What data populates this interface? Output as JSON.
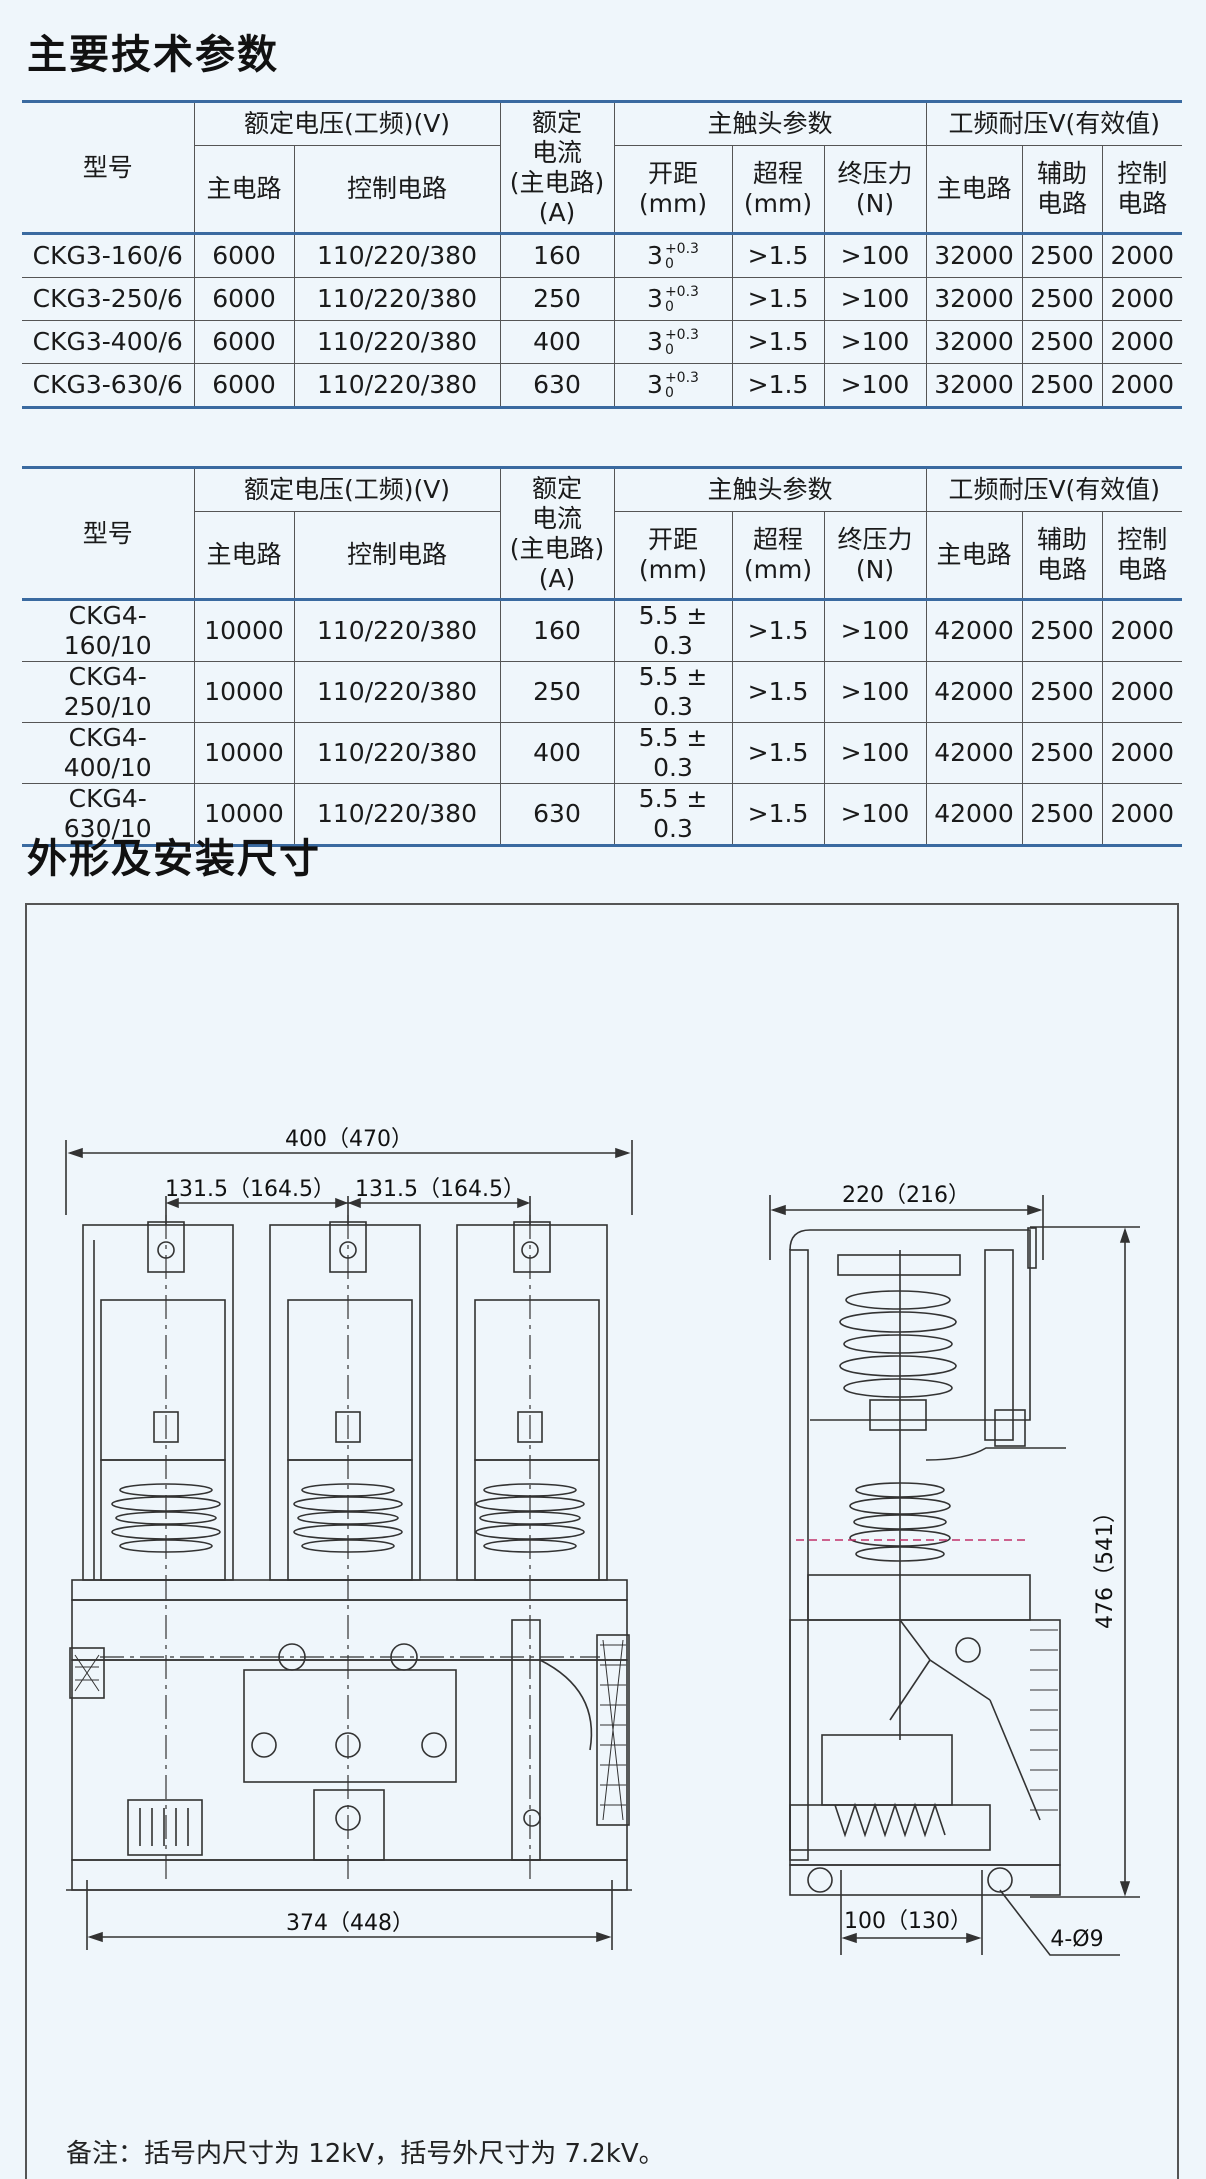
{
  "title_params": "主要技术参数",
  "title_dims": "外形及安装尺寸",
  "headers": {
    "model": "型号",
    "rated_voltage": "额定电压(工频)(V)",
    "rated_current_l1": "额定",
    "rated_current_l2": "电流",
    "rated_current_l3": "(主电路)",
    "rated_current_l4": "(A)",
    "contact_params": "主触头参数",
    "withstand": "工频耐压V(有效值)",
    "main_circuit": "主电路",
    "control_circuit": "控制电路",
    "gap_l1": "开距",
    "gap_l2": "(mm)",
    "overtravel_l1": "超程",
    "overtravel_l2": "(mm)",
    "final_force_l1": "终压力",
    "final_force_l2": "(N)",
    "w_main": "主电路",
    "w_aux_l1": "辅助",
    "w_aux_l2": "电路",
    "w_ctrl_l1": "控制",
    "w_ctrl_l2": "电路"
  },
  "table1": {
    "rows": [
      {
        "model": "CKG3-160/6",
        "main": "6000",
        "ctrl": "110/220/380",
        "current": "160",
        "gap": "3",
        "gap_sup": "+0.3",
        "gap_sub": "0",
        "over": ">1.5",
        "force": ">100",
        "w_main": "32000",
        "w_aux": "2500",
        "w_ctrl": "2000"
      },
      {
        "model": "CKG3-250/6",
        "main": "6000",
        "ctrl": "110/220/380",
        "current": "250",
        "gap": "3",
        "gap_sup": "+0.3",
        "gap_sub": "0",
        "over": ">1.5",
        "force": ">100",
        "w_main": "32000",
        "w_aux": "2500",
        "w_ctrl": "2000"
      },
      {
        "model": "CKG3-400/6",
        "main": "6000",
        "ctrl": "110/220/380",
        "current": "400",
        "gap": "3",
        "gap_sup": "+0.3",
        "gap_sub": "0",
        "over": ">1.5",
        "force": ">100",
        "w_main": "32000",
        "w_aux": "2500",
        "w_ctrl": "2000"
      },
      {
        "model": "CKG3-630/6",
        "main": "6000",
        "ctrl": "110/220/380",
        "current": "630",
        "gap": "3",
        "gap_sup": "+0.3",
        "gap_sub": "0",
        "over": ">1.5",
        "force": ">100",
        "w_main": "32000",
        "w_aux": "2500",
        "w_ctrl": "2000"
      }
    ]
  },
  "table2": {
    "rows": [
      {
        "model": "CKG4-160/10",
        "main": "10000",
        "ctrl": "110/220/380",
        "current": "160",
        "gap": "5.5 ± 0.3",
        "over": ">1.5",
        "force": ">100",
        "w_main": "42000",
        "w_aux": "2500",
        "w_ctrl": "2000"
      },
      {
        "model": "CKG4-250/10",
        "main": "10000",
        "ctrl": "110/220/380",
        "current": "250",
        "gap": "5.5 ± 0.3",
        "over": ">1.5",
        "force": ">100",
        "w_main": "42000",
        "w_aux": "2500",
        "w_ctrl": "2000"
      },
      {
        "model": "CKG4-400/10",
        "main": "10000",
        "ctrl": "110/220/380",
        "current": "400",
        "gap": "5.5 ± 0.3",
        "over": ">1.5",
        "force": ">100",
        "w_main": "42000",
        "w_aux": "2500",
        "w_ctrl": "2000"
      },
      {
        "model": "CKG4-630/10",
        "main": "10000",
        "ctrl": "110/220/380",
        "current": "630",
        "gap": "5.5 ± 0.3",
        "over": ">1.5",
        "force": ">100",
        "w_main": "42000",
        "w_aux": "2500",
        "w_ctrl": "2000"
      }
    ]
  },
  "dims": {
    "overall_width": "400（470）",
    "pitch_left": "131.5（164.5）",
    "pitch_right": "131.5（164.5）",
    "base_width": "374（448）",
    "depth": "220（216）",
    "height": "476（541）",
    "mount_pitch": "100（130）",
    "holes": "4-Ø9"
  },
  "note": "备注：括号内尺寸为 12kV，括号外尺寸为 7.2kV。"
}
